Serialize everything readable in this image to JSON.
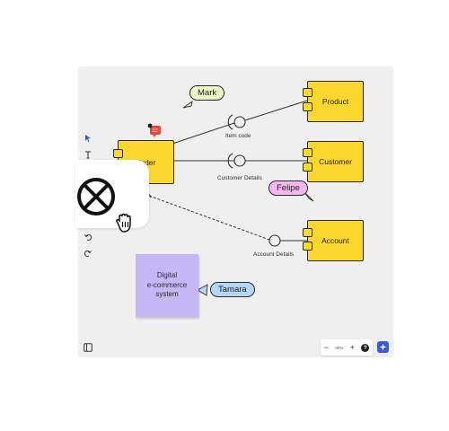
{
  "diagram": {
    "components": {
      "order": "Order",
      "product": "Product",
      "customer": "Customer",
      "account": "Account"
    },
    "edge_labels": {
      "item_code": "Item code",
      "customer_details": "Customer Details",
      "account_details": "Account Details"
    },
    "sticky_note": {
      "line1": "Digital",
      "line2": "e-commerce",
      "line3": "system"
    }
  },
  "cursors": {
    "mark": {
      "name": "Mark",
      "color": "#ecf5c4"
    },
    "felipe": {
      "name": "Felipe",
      "color": "#f4b8ee"
    },
    "tamara": {
      "name": "Tamara",
      "color": "#b5d6f7"
    }
  },
  "toolbar": {
    "tools": [
      "select-cursor-icon",
      "text-icon",
      "frame-icon",
      "undo-icon",
      "redo-icon"
    ]
  },
  "zoom": {
    "minus": "−",
    "level": "90%",
    "plus": "+",
    "help": "?"
  },
  "colors": {
    "board": "#efefef",
    "component": "#fcd72e",
    "sticky": "#c5b7f6",
    "accent": "#3a5bd9",
    "comment": "#e8453c"
  }
}
